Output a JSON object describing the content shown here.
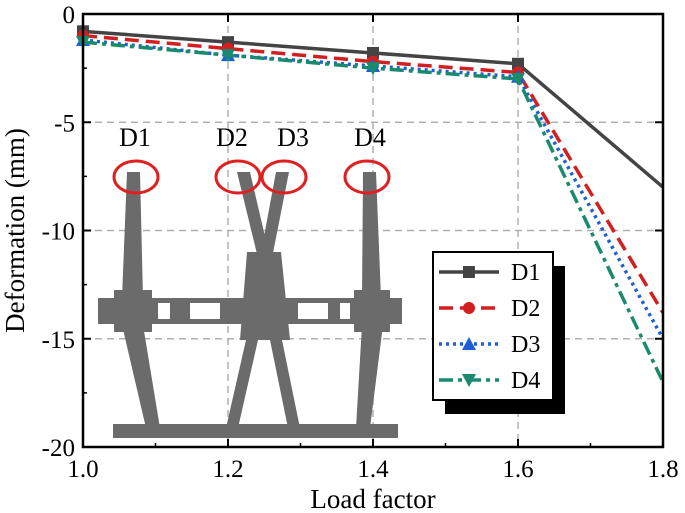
{
  "chart_data": {
    "type": "line",
    "title": "",
    "xlabel": "Load factor",
    "ylabel": "Deformation (mm)",
    "x": [
      1.0,
      1.2,
      1.4,
      1.6,
      1.8
    ],
    "xlim": [
      1.0,
      1.8
    ],
    "ylim": [
      -20,
      0
    ],
    "x_ticks": [
      "1.0",
      "1.2",
      "1.4",
      "1.6",
      "1.8"
    ],
    "y_ticks": [
      "0",
      "-5",
      "-10",
      "-15",
      "-20"
    ],
    "grid": true,
    "legend_position": "lower-right",
    "series": [
      {
        "name": "D1",
        "values": [
          -0.8,
          -1.3,
          -1.8,
          -2.3,
          -8.0
        ],
        "color": "#444444",
        "dash": "",
        "marker": "square"
      },
      {
        "name": "D2",
        "values": [
          -1.0,
          -1.6,
          -2.2,
          -2.7,
          -13.8
        ],
        "color": "#d21f1f",
        "dash": "14,7",
        "marker": "circle"
      },
      {
        "name": "D3",
        "values": [
          -1.2,
          -1.9,
          -2.4,
          -2.9,
          -15.0
        ],
        "color": "#1f5fd6",
        "dash": "3,4",
        "marker": "triangle-up"
      },
      {
        "name": "D4",
        "values": [
          -1.3,
          -1.9,
          -2.5,
          -3.0,
          -17.0
        ],
        "color": "#1a8a6e",
        "dash": "14,5,4,5",
        "marker": "triangle-down"
      }
    ],
    "inset": {
      "description_labels": [
        "D1",
        "D2",
        "D3",
        "D4"
      ],
      "structure_color": "#6b6b6b",
      "highlight_color": "#e02020"
    }
  }
}
